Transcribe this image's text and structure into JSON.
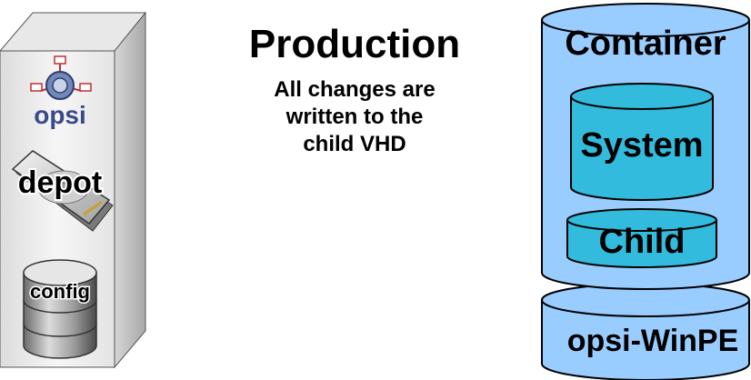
{
  "server": {
    "logo_text": "opsi",
    "depot_label": "depot",
    "config_label": "config"
  },
  "center": {
    "title": "Production",
    "description_lines": [
      "All changes are",
      "written to the",
      "child VHD"
    ]
  },
  "container": {
    "label": "Container",
    "system_label": "System",
    "child_label": "Child"
  },
  "winpe": {
    "label": "opsi-WinPE"
  },
  "colors": {
    "container_fill": "#99ccff",
    "inner_fill": "#33bbdd",
    "server_front": "#f2f2f2",
    "server_side": "#c8c8c8"
  }
}
